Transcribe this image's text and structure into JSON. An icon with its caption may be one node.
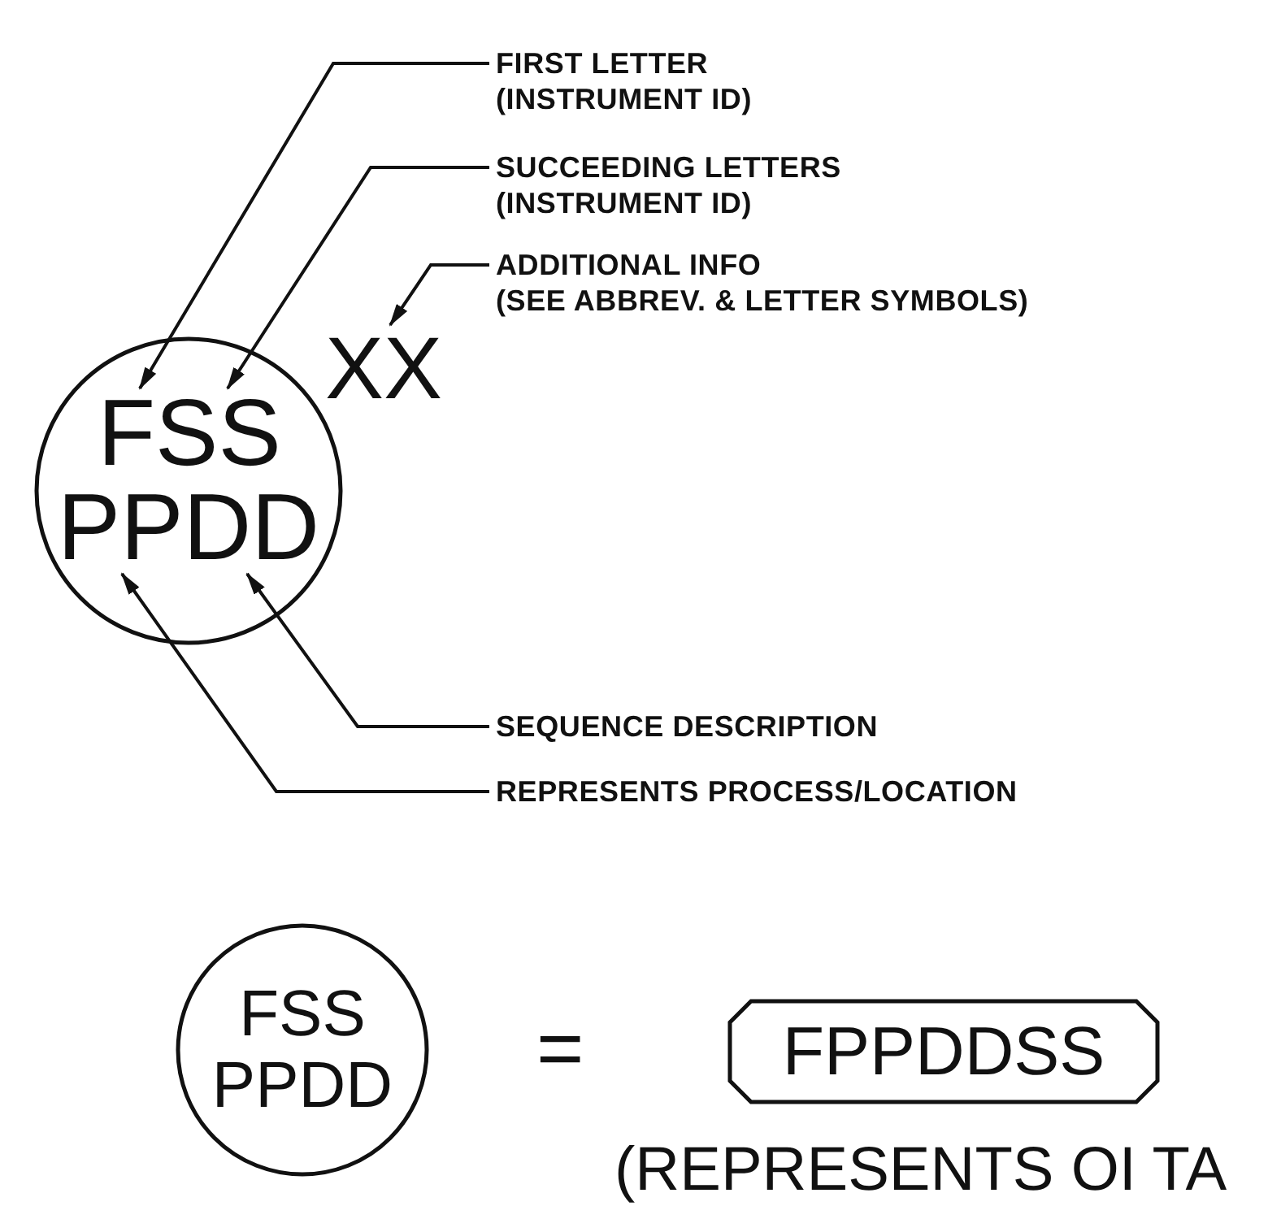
{
  "diagram": {
    "nodes": [
      {
        "text": [],
        "shape": "circle"
      },
      {
        "text": [
          "FSS"
        ],
        "in": 0
      },
      {
        "text": [
          "PPDD"
        ],
        "in": 0
      },
      {
        "text": [
          "XX"
        ]
      },
      {
        "text": [
          "FIRST LETTER",
          "(INSTRUMENT ID)"
        ]
      },
      {
        "text": [
          "SUCCEEDING LETTERS",
          "(INSTRUMENT ID)"
        ]
      },
      {
        "text": [
          "ADDITIONAL INFO",
          "(SEE ABBREV. & LETTER SYMBOLS)"
        ]
      },
      {
        "text": [
          "SEQUENCE DESCRIPTION"
        ]
      },
      {
        "text": [
          "REPRESENTS PROCESS/LOCATION"
        ]
      },
      {
        "text": [
          "FSS",
          "PPDD"
        ]
      },
      {
        "text": [
          "FPPDDSS"
        ],
        "beside": [
          "(REPRESENTS OI TA"
        ]
      }
    ],
    "edges": [
      {
        "from": 4,
        "to": 1,
        "arrow": "to"
      },
      {
        "from": 5,
        "to": 1,
        "arrow": "to"
      },
      {
        "from": 6,
        "to": 3,
        "arrow": "to"
      },
      {
        "from": 7,
        "to": 2,
        "arrow": "to"
      },
      {
        "from": 8,
        "to": 2,
        "arrow": "to"
      }
    ],
    "labels": [
      "="
    ]
  }
}
